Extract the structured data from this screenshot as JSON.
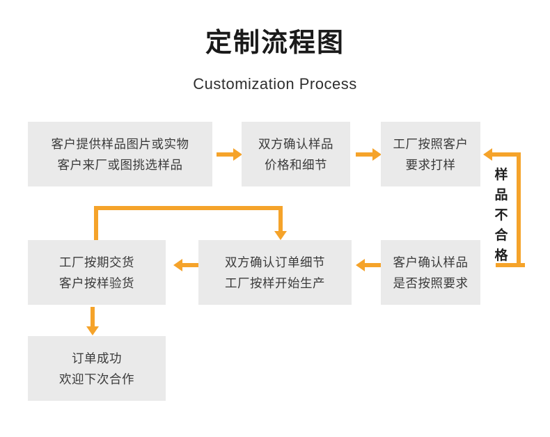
{
  "header": {
    "title": "定制流程图",
    "subtitle": "Customization Process"
  },
  "colors": {
    "accent": "#F5A32A",
    "box_fill": "#EAEAEA",
    "text": "#3A3A3A",
    "title_text": "#1A1A1A",
    "background": "#FFFFFF"
  },
  "flow": {
    "nodes": [
      {
        "id": "node-1",
        "line1": "客户提供样品图片或实物",
        "line2": "客户来厂或图挑选样品"
      },
      {
        "id": "node-2",
        "line1": "双方确认样品",
        "line2": "价格和细节"
      },
      {
        "id": "node-3",
        "line1": "工厂按照客户",
        "line2": "要求打样"
      },
      {
        "id": "node-4",
        "line1": "客户确认样品",
        "line2": "是否按照要求"
      },
      {
        "id": "node-5",
        "line1": "双方确认订单细节",
        "line2": "工厂按样开始生产"
      },
      {
        "id": "node-6",
        "line1": "工厂按期交货",
        "line2": "客户按样验货"
      },
      {
        "id": "node-7",
        "line1": "订单成功",
        "line2": "欢迎下次合作"
      }
    ],
    "loop_label": {
      "text": "样品不合格",
      "chars": [
        "样",
        "品",
        "不",
        "合",
        "格"
      ]
    }
  }
}
